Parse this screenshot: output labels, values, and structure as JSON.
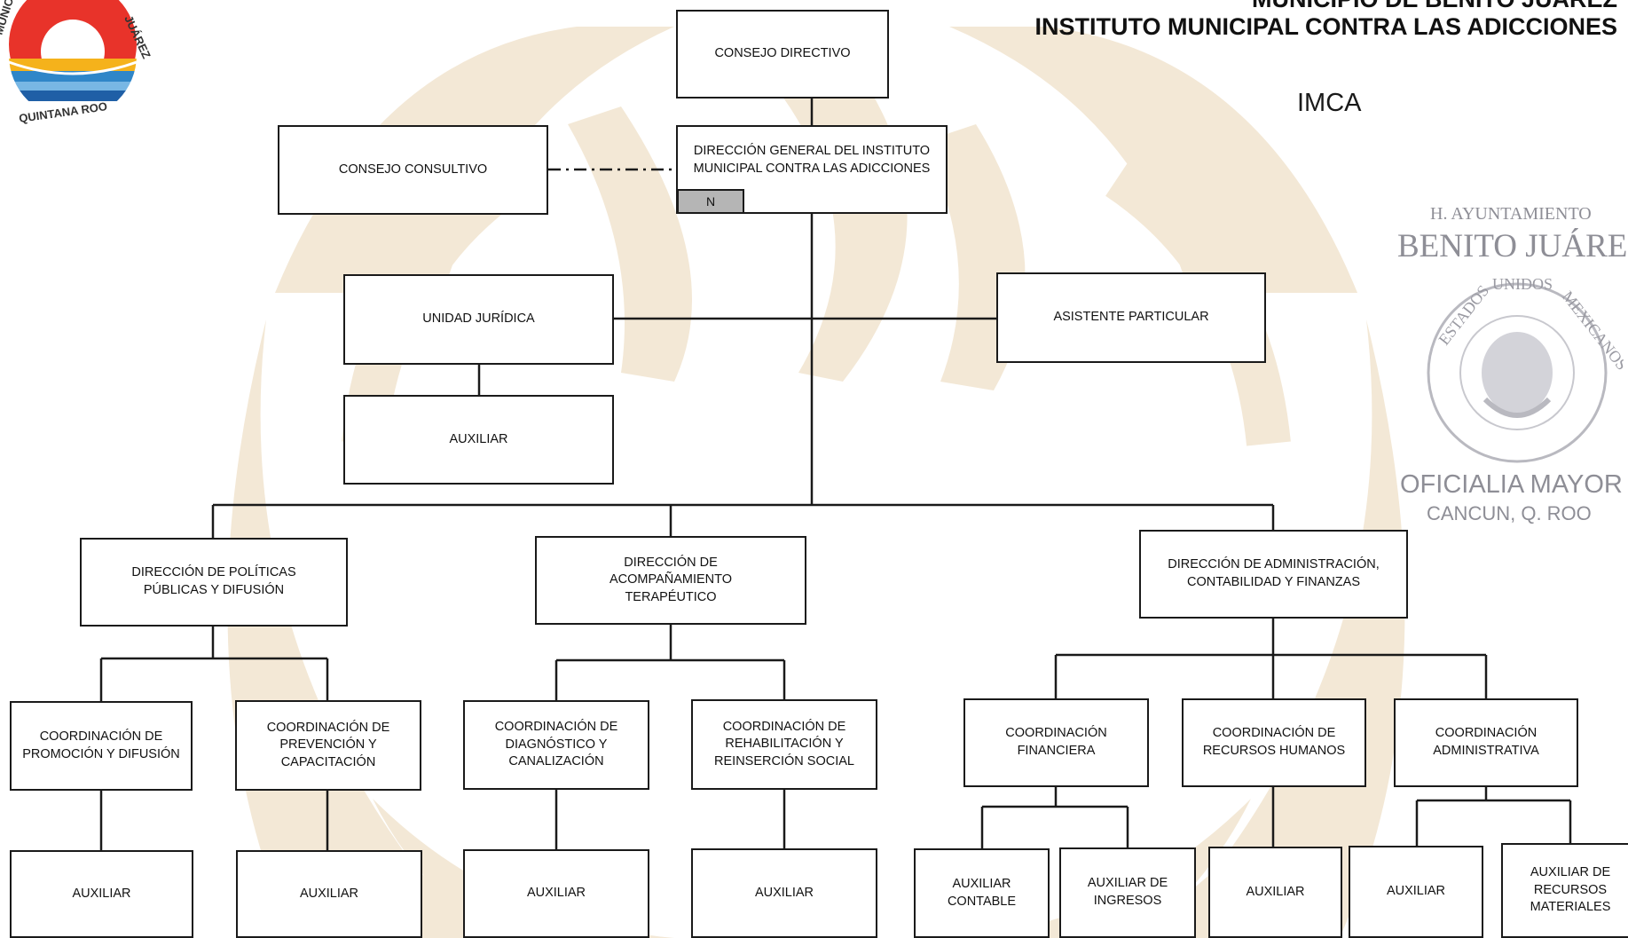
{
  "header": {
    "title_line1": "MUNICIPIO DE BENITO JUÁREZ",
    "title_line2": "INSTITUTO MUNICIPAL CONTRA LAS ADICCIONES",
    "abbreviation": "IMCA"
  },
  "logo": {
    "arc_text_right": "JUÁREZ",
    "arc_text_left": "MUNICIPIO",
    "bottom_text": "QUINTANA ROO"
  },
  "stamp": {
    "line1": "H. AYUNTAMIENTO",
    "line2": "BENITO JUÁREZ",
    "arc_text": "ESTADOS UNIDOS MEXICANOS",
    "line3": "OFICIALIA MAYOR",
    "line4": "CANCUN, Q. ROO"
  },
  "org": {
    "consejo_directivo": "CONSEJO DIRECTIVO",
    "direccion_general": "DIRECCIÓN GENERAL DEL INSTITUTO MUNICIPAL CONTRA LAS ADICCIONES",
    "direccion_general_badge": "N",
    "consejo_consultivo": "CONSEJO CONSULTIVO",
    "unidad_juridica": "UNIDAD JURÍDICA",
    "auxiliar_juridica": "AUXILIAR",
    "asistente_particular": "ASISTENTE PARTICULAR",
    "dir_politicas": "DIRECCIÓN DE POLÍTICAS PÚBLICAS Y DIFUSIÓN",
    "dir_acompanamiento": "DIRECCIÓN DE ACOMPAÑAMIENTO TERAPÉUTICO",
    "dir_administracion": "DIRECCIÓN DE ADMINISTRACIÓN, CONTABILIDAD Y FINANZAS",
    "coord_promocion": "COORDINACIÓN DE PROMOCIÓN Y DIFUSIÓN",
    "coord_prevencion": "COORDINACIÓN DE PREVENCIÓN Y CAPACITACIÓN",
    "coord_diagnostico": "COORDINACIÓN DE DIAGNÓSTICO Y CANALIZACIÓN",
    "coord_rehabilitacion": "COORDINACIÓN DE REHABILITACIÓN Y REINSERCIÓN SOCIAL",
    "coord_financiera": "COORDINACIÓN FINANCIERA",
    "coord_rh": "COORDINACIÓN DE RECURSOS HUMANOS",
    "coord_administrativa": "COORDINACIÓN ADMINISTRATIVA",
    "aux_promocion": "AUXILIAR",
    "aux_prevencion": "AUXILIAR",
    "aux_diagnostico": "AUXILIAR",
    "aux_rehabilitacion": "AUXILIAR",
    "aux_contable": "AUXILIAR CONTABLE",
    "aux_ingresos": "AUXILIAR DE INGRESOS",
    "aux_rh": "AUXILIAR",
    "aux_administrativa": "AUXILIAR",
    "aux_recursos_materiales": "AUXILIAR DE RECURSOS MATERIALES"
  }
}
